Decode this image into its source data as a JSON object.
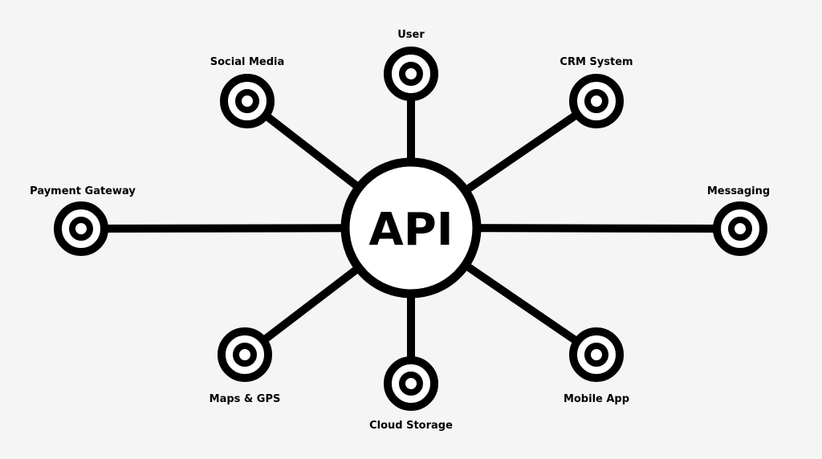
{
  "diagram": {
    "hub": {
      "label": "API"
    },
    "nodes": [
      {
        "id": "user",
        "label": "User"
      },
      {
        "id": "social-media",
        "label": "Social Media"
      },
      {
        "id": "crm-system",
        "label": "CRM System"
      },
      {
        "id": "payment-gateway",
        "label": "Payment Gateway"
      },
      {
        "id": "messaging",
        "label": "Messaging"
      },
      {
        "id": "maps-gps",
        "label": "Maps & GPS"
      },
      {
        "id": "cloud-storage",
        "label": "Cloud Storage"
      },
      {
        "id": "mobile-app",
        "label": "Mobile App"
      }
    ],
    "colors": {
      "background": "#f5f5f5",
      "stroke": "#000000",
      "fill": "#ffffff"
    },
    "icons": {
      "node": "target-ring-icon",
      "hub": "api-hub-circle"
    }
  }
}
